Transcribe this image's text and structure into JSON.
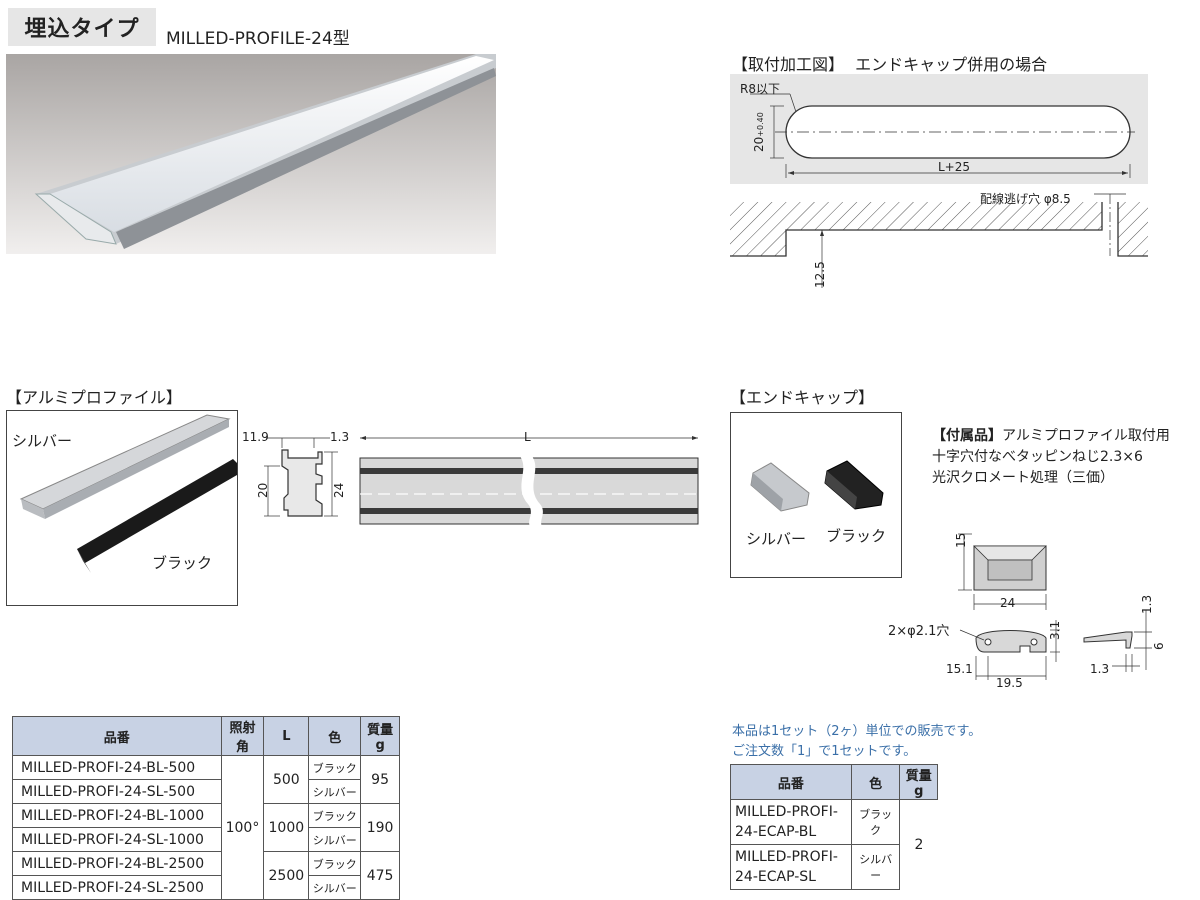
{
  "header": {
    "type_label": "埋込タイプ",
    "model_label": "MILLED-PROFILE-24型"
  },
  "mounting": {
    "title": "【取付加工図】",
    "subtitle": "エンドキャップ併用の場合",
    "radius_label": "R8以下",
    "height_label": "20",
    "tol_plus": "+0.4",
    "tol_minus": "0",
    "length_label": "L+25",
    "hole_label": "配線逃げ穴 φ8.5",
    "depth_label": "12.5"
  },
  "aluminum": {
    "title": "【アルミプロファイル】",
    "silver_label": "シルバー",
    "black_label": "ブラック",
    "dim_11_9": "11.9",
    "dim_1_3": "1.3",
    "dim_20": "20",
    "dim_24": "24",
    "dim_L": "L"
  },
  "endcap": {
    "title": "【エンドキャップ】",
    "silver_label": "シルバー",
    "black_label": "ブラック",
    "acc_line1_head": "【付属品】",
    "acc_line1_tail": "アルミプロファイル取付用",
    "acc_line2": "十字穴付なべタッピンねじ2.3×6",
    "acc_line3": "光沢クロメート処理（三価）",
    "dim_15": "15",
    "dim_24": "24",
    "dim_hole": "2×φ2.1穴",
    "dim_3_1": "3.1",
    "dim_15_1": "15.1",
    "dim_19_5": "19.5",
    "dim_1_3a": "1.3",
    "dim_6": "6",
    "dim_1_3b": "1.3"
  },
  "profile_table": {
    "headers": [
      "品番",
      "照射角",
      "L",
      "色",
      "質量g"
    ],
    "angle": "100°",
    "rows": [
      {
        "part": "MILLED-PROFI-24-BL-500",
        "color": "ブラック"
      },
      {
        "part": "MILLED-PROFI-24-SL-500",
        "color": "シルバー"
      },
      {
        "part": "MILLED-PROFI-24-BL-1000",
        "color": "ブラック"
      },
      {
        "part": "MILLED-PROFI-24-SL-1000",
        "color": "シルバー"
      },
      {
        "part": "MILLED-PROFI-24-BL-2500",
        "color": "ブラック"
      },
      {
        "part": "MILLED-PROFI-24-SL-2500",
        "color": "シルバー"
      }
    ],
    "groups": [
      {
        "L": "500",
        "mass": "95"
      },
      {
        "L": "1000",
        "mass": "190"
      },
      {
        "L": "2500",
        "mass": "475"
      }
    ]
  },
  "endcap_table": {
    "note1": "本品は1セット（2ヶ）単位での販売です。",
    "note2": "ご注文数「1」で1セットです。",
    "headers": [
      "品番",
      "色",
      "質量g"
    ],
    "rows": [
      {
        "part_line1": "MILLED-PROFI-",
        "part_line2": "24-ECAP-BL",
        "color": "ブラック"
      },
      {
        "part_line1": "MILLED-PROFI-",
        "part_line2": "24-ECAP-SL",
        "color": "シルバー"
      }
    ],
    "mass": "2"
  }
}
